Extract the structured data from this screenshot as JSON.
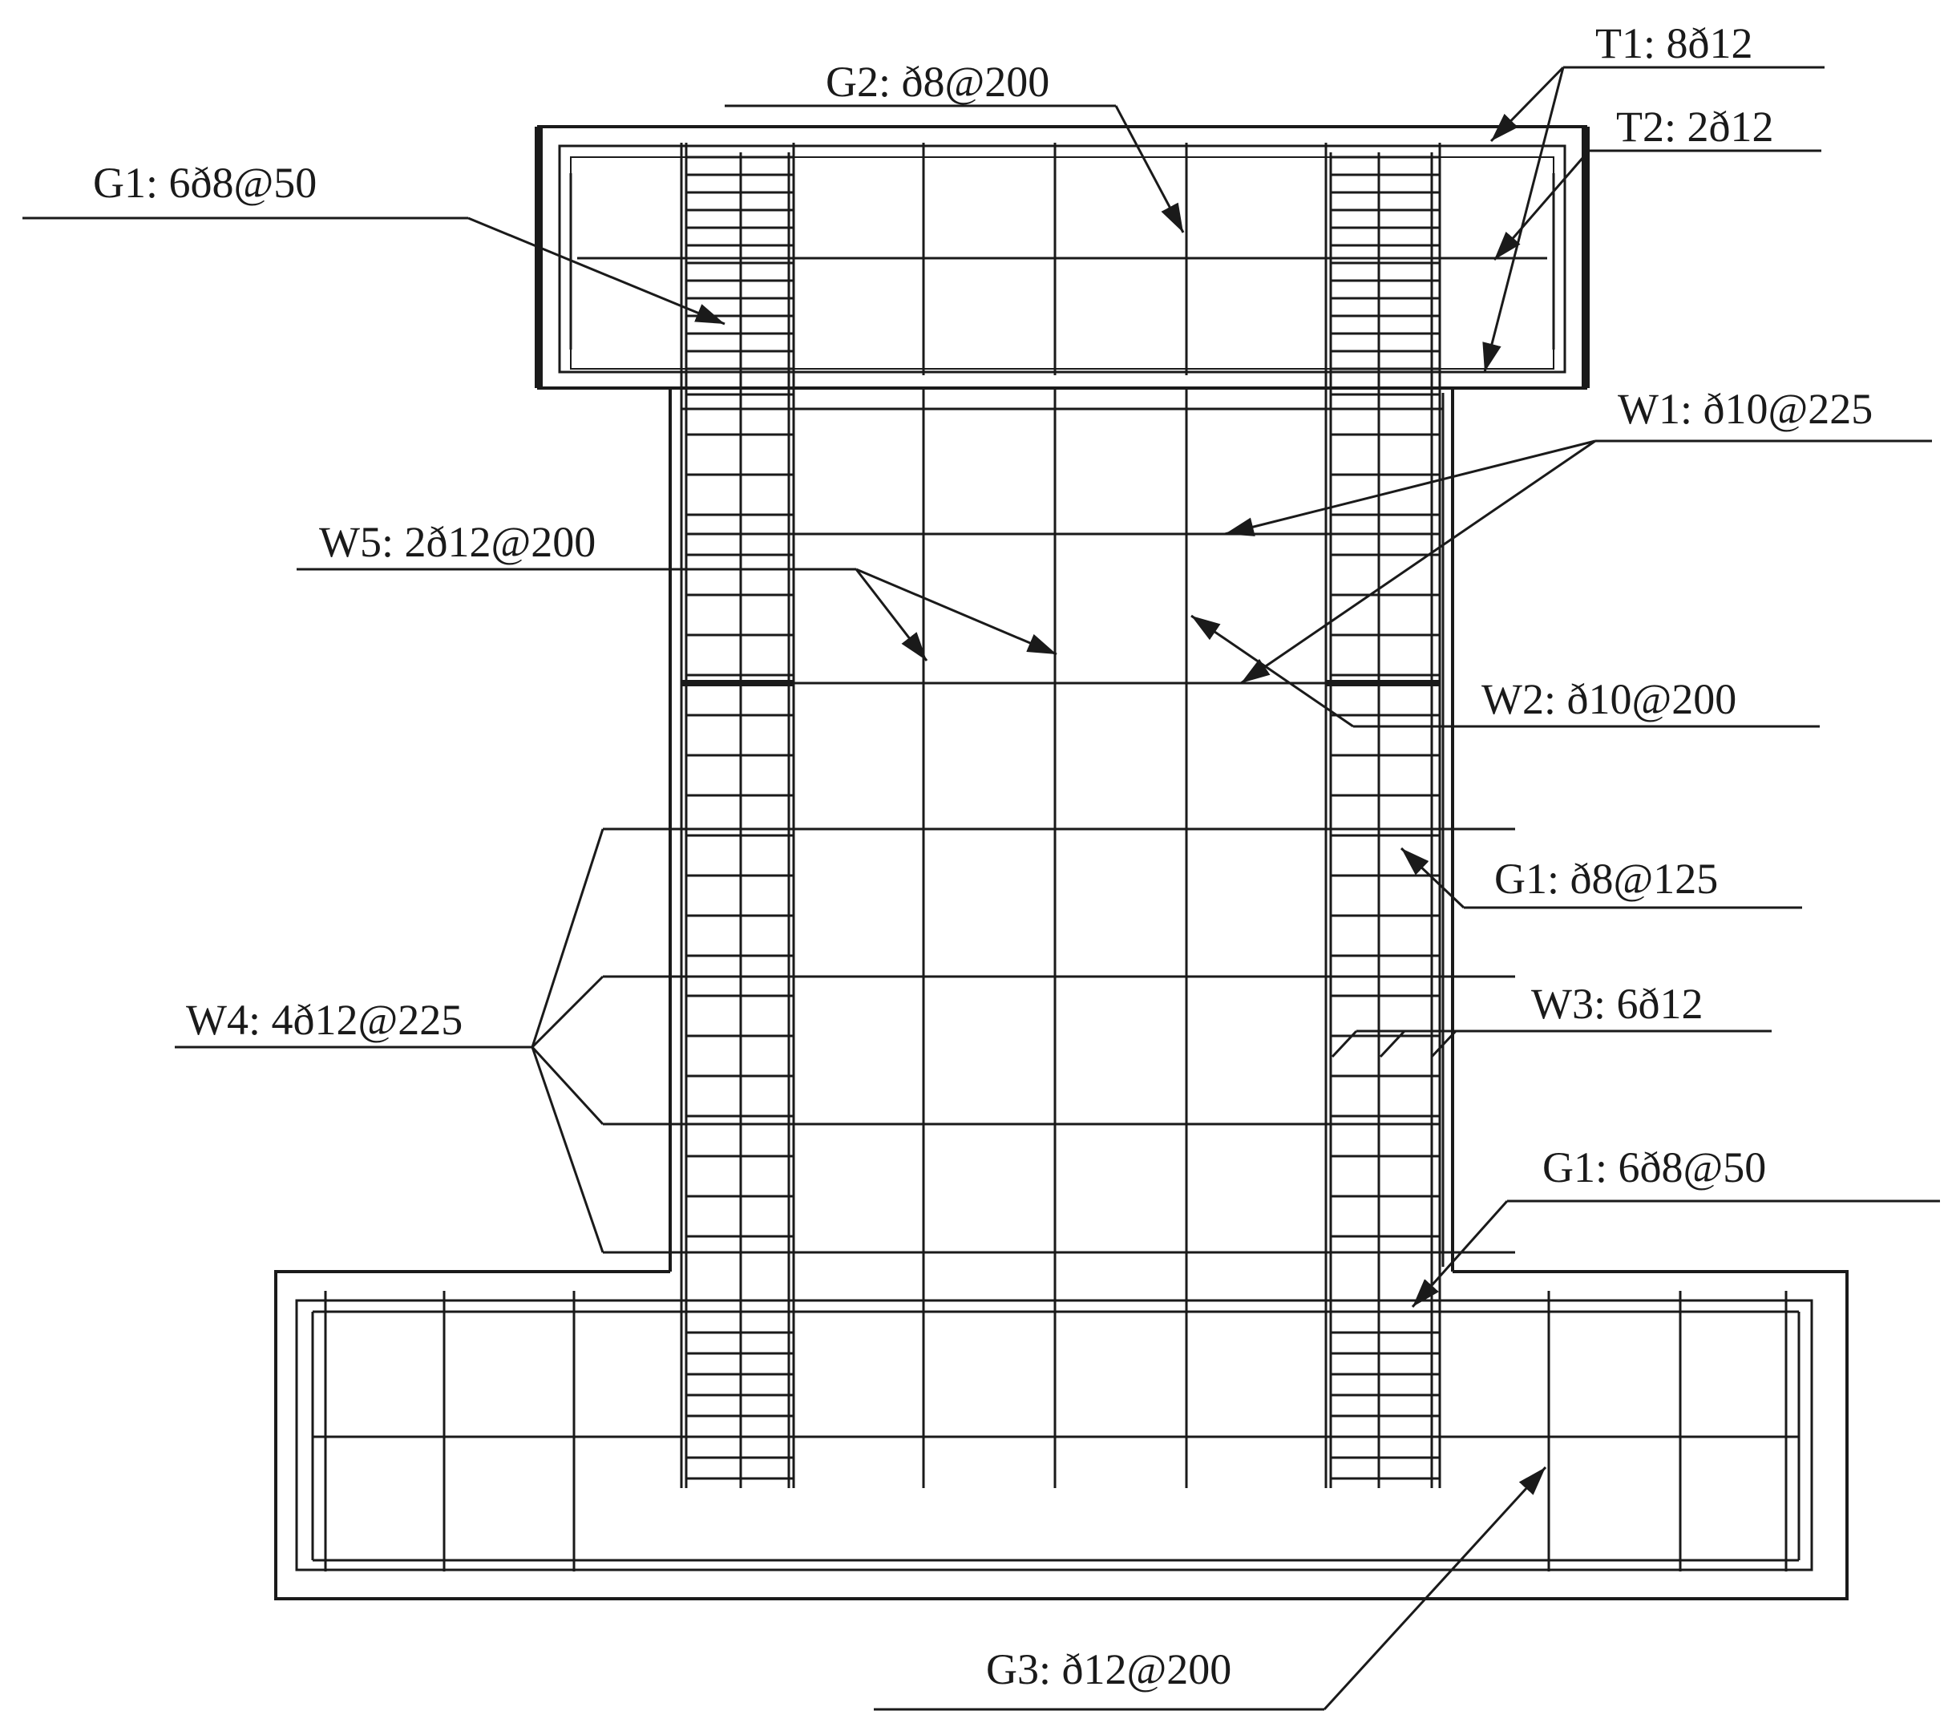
{
  "labels": {
    "T1": "T1: 8ð12",
    "T2": "T2: 2ð12",
    "G2": "G2: ð8@200",
    "G1_top": "G1: 6ð8@50",
    "W1": "W1: ð10@225",
    "W5": "W5: 2ð12@200",
    "W2": "W2: ð10@200",
    "G1_mid": "G1: ð8@125",
    "W4": "W4: 4ð12@225",
    "W3": "W3: 6ð12",
    "G1_bot": "G1: 6ð8@50",
    "G3": "G3: ð12@200"
  },
  "colors": {
    "ink": "#1a1a1a",
    "background": "#ffffff"
  }
}
